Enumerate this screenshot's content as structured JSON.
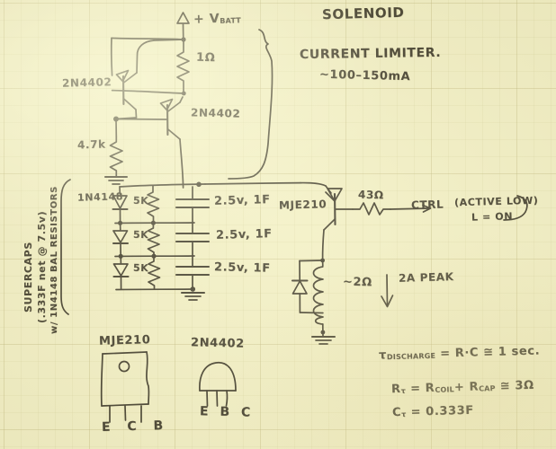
{
  "sheet": {
    "title_block": {
      "line1": "SOLENOID",
      "line2": "CURRENT LIMITER.",
      "line3": "~100–150mA"
    },
    "paper_color": "#f2efc4",
    "ink_color": "#3a3526",
    "grid_color": "#beb478"
  },
  "supply": {
    "rail_label": "+ V",
    "rail_label_sub": "BATT",
    "sense_resistor": "1Ω"
  },
  "drivers": {
    "q1_label": "2N4402",
    "q2_label": "2N4402",
    "base_resistor": "4.7k"
  },
  "supercap_bank": {
    "note_line1": "SUPERCAPS",
    "note_line2": "(.333F net @ 7.5v)",
    "note_line3": "w/ 1N4148 BAL RESISTORS",
    "diode_label": "1N4148",
    "cells": [
      {
        "balance_resistor": "5K",
        "cap": "2.5v, 1F"
      },
      {
        "balance_resistor": "5K",
        "cap": "2.5v, 1F"
      },
      {
        "balance_resistor": "5K",
        "cap": "2.5v, 1F"
      }
    ]
  },
  "output_stage": {
    "pass_transistor": "MJE210",
    "base_resistor": "43Ω",
    "control_label": "CTRL",
    "control_note": "(ACTIVE LOW)",
    "control_note2": "L = ON",
    "coil_resistance": "~2Ω",
    "coil_peak_current": "2A PEAK"
  },
  "pinouts": [
    {
      "part": "MJE210",
      "package": "TO-220",
      "pins": "E C B"
    },
    {
      "part": "2N4402",
      "package": "TO-92",
      "pins": "E B C"
    }
  ],
  "equations": {
    "tau_name": "τ",
    "tau_sub": "DISCHARGE",
    "tau_expr": "= R·C ≅ 1 sec.",
    "r_name": "R",
    "r_sub": "τ",
    "r_expr": "= R",
    "r_sub2": "COIL",
    "r_expr2": "+ R",
    "r_sub3": "CAP",
    "r_expr3": "≅ 3Ω",
    "c_name": "C",
    "c_sub": "τ",
    "c_expr": "= 0.333F"
  }
}
